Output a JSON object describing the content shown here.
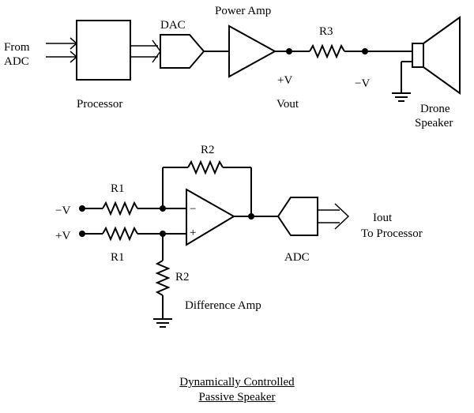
{
  "labels": {
    "from": "From",
    "adc_in": "ADC",
    "processor": "Processor",
    "dac": "DAC",
    "power_amp": "Power Amp",
    "r3": "R3",
    "plus_v_top": "+V",
    "vout": "Vout",
    "minus_v_top": "−V",
    "drone": "Drone",
    "speaker": "Speaker",
    "r2_top": "R2",
    "r1_upper": "R1",
    "minus_v_in": "−V",
    "plus_v_in": "+V",
    "r1_lower": "R1",
    "opamp_minus": "−",
    "opamp_plus": "+",
    "r2_bottom": "R2",
    "adc_out": "ADC",
    "iout": "Iout",
    "to_processor": "To Processor",
    "difference_amp": "Difference Amp"
  },
  "title": {
    "line1": "Dynamically Controlled",
    "line2": "Passive Speaker"
  }
}
